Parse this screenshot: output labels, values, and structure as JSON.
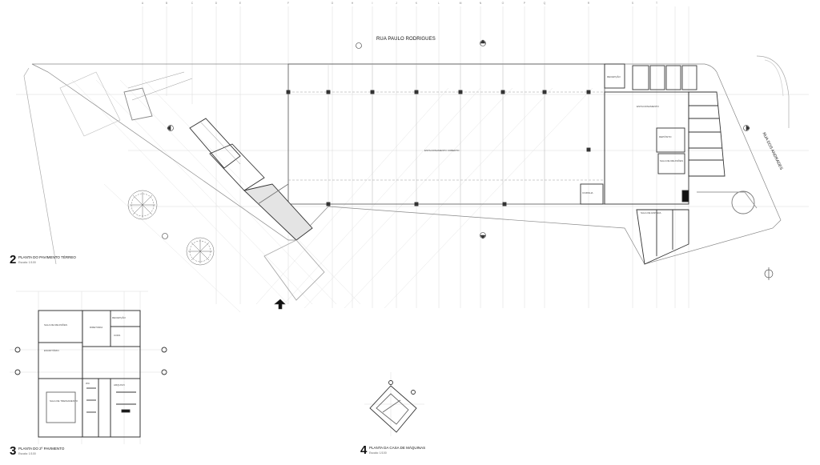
{
  "drawing": {
    "street_top": "RUA PAULO RODRIGUES",
    "street_side": "RUA DOS ANDRADES",
    "grid_labels": [
      "A",
      "B",
      "C",
      "D",
      "E",
      "F",
      "G",
      "H",
      "I",
      "J",
      "K",
      "L",
      "M",
      "N",
      "O",
      "P",
      "Q",
      "R",
      "S",
      "T"
    ],
    "plans": [
      {
        "number": "2",
        "title": "PLANTA DO PAVIMENTO TÉRREO",
        "scale": "Escala: 1/100"
      },
      {
        "number": "3",
        "title": "PLANTA DO 2º PAVIMENTO",
        "scale": "Escala: 1/100"
      },
      {
        "number": "4",
        "title": "PLANTA DA CASA DE MÁQUINAS",
        "scale": "Escala: 1/100"
      }
    ],
    "rooms_main": [
      "RECEPÇÃO",
      "ESTACIONAMENTO",
      "ESTACIONAMENTO COBERTO",
      "DEPÓSITO",
      "SALA DE REUNIÕES",
      "COZINHA",
      "SALA DE ESPERA"
    ],
    "rooms_second": [
      "SALA DE REUNIÕES",
      "ESCRITÓRIO",
      "DIRETORIA",
      "RECEPÇÃO",
      "COPA",
      "SALA DE TREINAMENTO",
      "WC",
      "ARQUIVO"
    ],
    "colors": {
      "line": "#555555",
      "light": "#bbbbbb",
      "faint": "#dddddd",
      "wall": "#333333"
    }
  }
}
